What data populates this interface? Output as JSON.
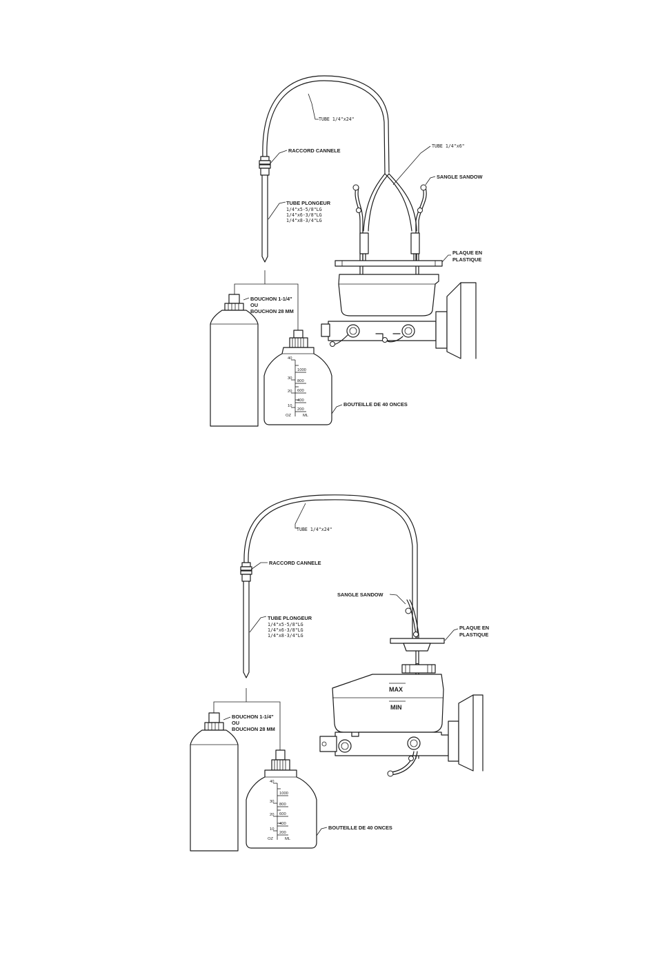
{
  "diagram_1": {
    "tube_long": "TUBE 1/4\"x24\"",
    "tube_short": "TUBE 1/4\"x6\"",
    "raccord": "RACCORD CANNELE",
    "sangle": "SANGLE SANDOW",
    "tube_plongeur": {
      "title": "TUBE PLONGEUR",
      "sizes": [
        "1/4\"x5-5/8\"LG",
        "1/4\"x6-3/8\"LG",
        "1/4\"x8-3/4\"LG"
      ]
    },
    "plaque": [
      "PLAQUE EN",
      "PLASTIQUE"
    ],
    "bouchon": [
      "BOUCHON 1-1/4\"",
      "OU",
      "BOUCHON 28 MM"
    ],
    "bouteille": "BOUTEILLE DE 40 ONCES"
  },
  "diagram_2": {
    "tube_long": "TUBE 1/4\"x24\"",
    "raccord": "RACCORD CANNELE",
    "sangle": "SANGLE SANDOW",
    "tube_plongeur": {
      "title": "TUBE PLONGEUR",
      "sizes": [
        "1/4\"x5-5/8\"LG",
        "1/4\"x6-3/8\"LG",
        "1/4\"x8-3/4\"LG"
      ]
    },
    "plaque": [
      "PLAQUE EN",
      "PLASTIQUE"
    ],
    "bouchon": [
      "BOUCHON 1-1/4\"",
      "OU",
      "BOUCHON 28 MM"
    ],
    "bouteille": "BOUTEILLE DE 40 ONCES",
    "reservoir_max": "MAX",
    "reservoir_min": "MIN"
  },
  "bottle_scale": {
    "oz": [
      "40",
      "30",
      "20",
      "10"
    ],
    "ml": [
      "1000",
      "800",
      "600",
      "400",
      "200"
    ],
    "oz_unit": "OZ",
    "ml_unit": "ML"
  }
}
